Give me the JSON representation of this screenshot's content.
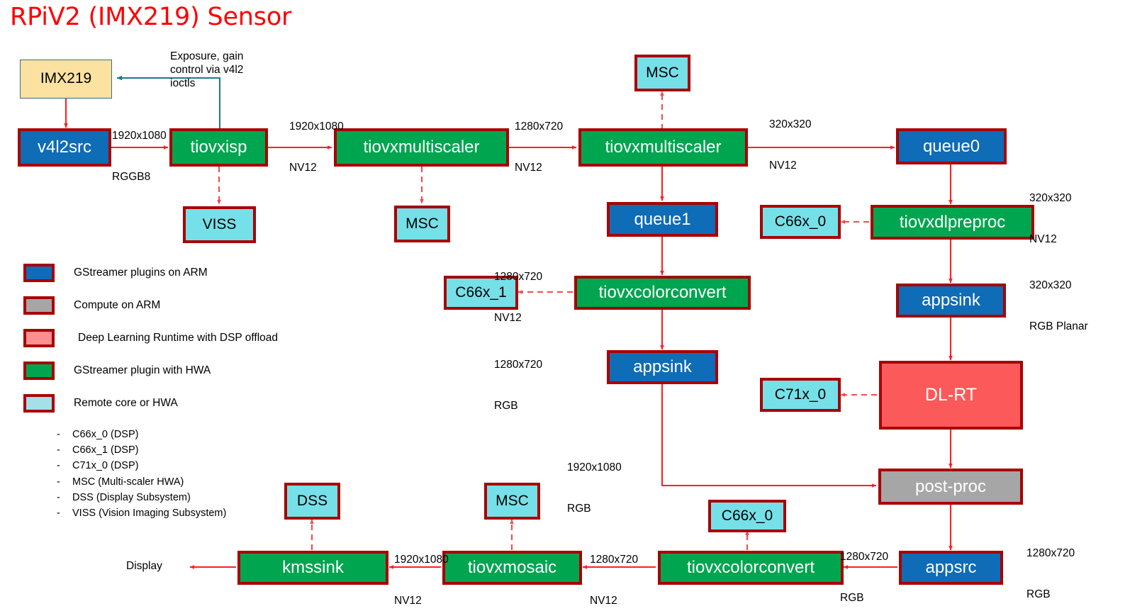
{
  "title": "RPiV2 (IMX219) Sensor",
  "annotations": {
    "v4l2_ctrl": "Exposure, gain\ncontrol via v4l2\nioctls",
    "display": "Display"
  },
  "nodes": [
    {
      "id": "imx219",
      "label": "IMX219",
      "kind": "sensor"
    },
    {
      "id": "v4l2src",
      "label": "v4l2src",
      "kind": "blue"
    },
    {
      "id": "tiovxisp",
      "label": "tiovxisp",
      "kind": "green"
    },
    {
      "id": "viss",
      "label": "VISS",
      "kind": "cyan"
    },
    {
      "id": "tiovxmultiscaler1",
      "label": "tiovxmultiscaler",
      "kind": "green"
    },
    {
      "id": "msc1",
      "label": "MSC",
      "kind": "cyan"
    },
    {
      "id": "tiovxmultiscaler2",
      "label": "tiovxmultiscaler",
      "kind": "green"
    },
    {
      "id": "msc2",
      "label": "MSC",
      "kind": "cyan"
    },
    {
      "id": "queue1",
      "label": "queue1",
      "kind": "blue"
    },
    {
      "id": "tiovxcolorconvert1",
      "label": "tiovxcolorconvert",
      "kind": "green"
    },
    {
      "id": "c66x_1",
      "label": "C66x_1",
      "kind": "cyan"
    },
    {
      "id": "appsink1",
      "label": "appsink",
      "kind": "blue"
    },
    {
      "id": "queue0",
      "label": "queue0",
      "kind": "blue"
    },
    {
      "id": "tiovxdlpreproc",
      "label": "tiovxdlpreproc",
      "kind": "green"
    },
    {
      "id": "c66x_0_top",
      "label": "C66x_0",
      "kind": "cyan"
    },
    {
      "id": "appsink2",
      "label": "appsink",
      "kind": "blue"
    },
    {
      "id": "dlrt",
      "label": "DL-RT",
      "kind": "red"
    },
    {
      "id": "c71x_0",
      "label": "C71x_0",
      "kind": "cyan"
    },
    {
      "id": "postproc",
      "label": "post-proc",
      "kind": "gray"
    },
    {
      "id": "appsrc",
      "label": "appsrc",
      "kind": "blue"
    },
    {
      "id": "tiovxcolorconvert2",
      "label": "tiovxcolorconvert",
      "kind": "green"
    },
    {
      "id": "c66x_0_bot",
      "label": "C66x_0",
      "kind": "cyan"
    },
    {
      "id": "tiovxmosaic",
      "label": "tiovxmosaic",
      "kind": "green"
    },
    {
      "id": "msc3",
      "label": "MSC",
      "kind": "cyan"
    },
    {
      "id": "kmssink",
      "label": "kmssink",
      "kind": "green"
    },
    {
      "id": "dss",
      "label": "DSS",
      "kind": "cyan"
    }
  ],
  "edge_labels": [
    {
      "id": "lbl_rggb8",
      "line1": "1920x1080",
      "line2": "RGGB8"
    },
    {
      "id": "lbl_nv12_1080",
      "line1": "1920x1080",
      "line2": "NV12"
    },
    {
      "id": "lbl_nv12_720_a",
      "line1": "1280x720",
      "line2": "NV12"
    },
    {
      "id": "lbl_nv12_320_a",
      "line1": "320x320",
      "line2": "NV12"
    },
    {
      "id": "lbl_nv12_320_b",
      "line1": "320x320",
      "line2": "NV12"
    },
    {
      "id": "lbl_rgbp_320",
      "line1": "320x320",
      "line2": "RGB Planar"
    },
    {
      "id": "lbl_nv12_720_b",
      "line1": "1280x720",
      "line2": "NV12"
    },
    {
      "id": "lbl_rgb_720_a",
      "line1": "1280x720",
      "line2": "RGB"
    },
    {
      "id": "lbl_rgb_1080",
      "line1": "1920x1080",
      "line2": "RGB"
    },
    {
      "id": "lbl_rgb_720_b",
      "line1": "1280x720",
      "line2": "RGB"
    },
    {
      "id": "lbl_rgb_720_c",
      "line1": "1280x720",
      "line2": "RGB"
    },
    {
      "id": "lbl_nv12_720_c",
      "line1": "1280x720",
      "line2": "NV12"
    },
    {
      "id": "lbl_nv12_1080_b",
      "line1": "1920x1080",
      "line2": "NV12"
    }
  ],
  "legend": {
    "items": [
      {
        "color": "#0f6cb6",
        "label": "GStreamer plugins on ARM",
        "indent": false
      },
      {
        "color": "#a6a6a6",
        "label": "Compute on ARM",
        "indent": false
      },
      {
        "color": "#fc8f8f",
        "label": "Deep Learning Runtime with DSP offload",
        "indent": true
      },
      {
        "color": "#00a550",
        "label": "GStreamer plugin with HWA",
        "indent": false
      },
      {
        "color": "#a5dfe8",
        "label": "Remote core or HWA",
        "indent": false
      }
    ],
    "notes": [
      "C66x_0 (DSP)",
      "C66x_1 (DSP)",
      "C71x_0 (DSP)",
      "MSC (Multi-scaler HWA)",
      "DSS (Display Subsystem)",
      "VISS (Vision Imaging Subsystem)"
    ]
  },
  "colors": {
    "title": "#ff0000",
    "box_border": "#a80000",
    "arrow": "#ff2020",
    "control_arrow": "#1b7a8c",
    "blue": "#0f6cb6",
    "green": "#00a550",
    "cyan": "#76e0e8",
    "gray": "#a6a6a6",
    "red": "#fc5a5a",
    "sensor": "#fbe2a0"
  }
}
